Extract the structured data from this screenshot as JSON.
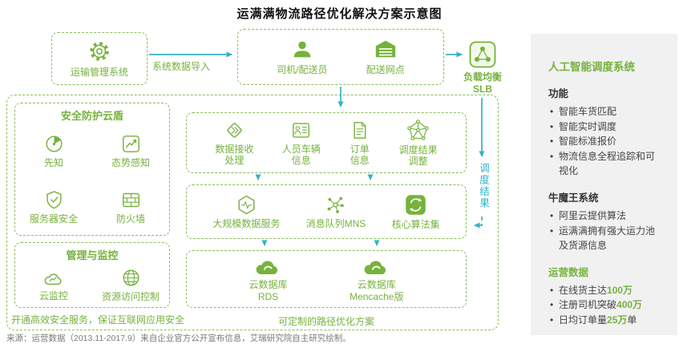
{
  "title": "运满满物流路径优化解决方案示意图",
  "source": "来源：运营数据（2013.11-2017.9）来自企业官方公开宣布信息，艾瑞研究院自主研究绘制。",
  "colors": {
    "green": "#76b23c",
    "cyan": "#33b3c6",
    "panel_bg": "#f1f1f2"
  },
  "top": {
    "tms_label": "运输管理系统",
    "driver_label": "司机/配送员",
    "depot_label": "配送网点",
    "slb_label": "负载均衡\nSLB"
  },
  "flows": {
    "import_label": "系统数据导入",
    "result_label": "调度结果"
  },
  "security": {
    "title": "安全防护云盾",
    "items": [
      {
        "label": "先知",
        "icon": "radar-icon"
      },
      {
        "label": "态势感知",
        "icon": "trend-chart-icon"
      },
      {
        "label": "服务器安全",
        "icon": "shield-check-icon"
      },
      {
        "label": "防火墙",
        "icon": "firewall-icon"
      }
    ],
    "caption": "开通高效安全服务，保证互联网应用安全"
  },
  "management": {
    "title": "管理与监控",
    "items": [
      {
        "label": "云监控",
        "icon": "cloud-monitor-icon"
      },
      {
        "label": "资源访问控制",
        "icon": "globe-icon"
      }
    ]
  },
  "pipeline": {
    "row1": [
      {
        "label": "数据接收\n处理",
        "icon": "prism-icon"
      },
      {
        "label": "人员车辆\n信息",
        "icon": "person-card-icon"
      },
      {
        "label": "订单\n信息",
        "icon": "document-icon"
      },
      {
        "label": "调度结果\n调整",
        "icon": "network-icon"
      }
    ],
    "row2": [
      {
        "label": "大规模数据服务",
        "icon": "hexagon-pulse-icon"
      },
      {
        "label": "消息队列MNS",
        "icon": "nodes-icon"
      },
      {
        "label": "核心算法集",
        "icon": "sync-square-icon"
      }
    ],
    "row3": [
      {
        "label": "云数据库\nRDS",
        "icon": "cloud-db-icon"
      },
      {
        "label": "云数据库\nMencache版",
        "icon": "cloud-db-icon"
      }
    ],
    "caption": "可定制的路径优化方案"
  },
  "panel": {
    "title": "人工智能调度系统",
    "sections": [
      {
        "heading": "功能",
        "items": [
          {
            "text": "智能车货匹配"
          },
          {
            "text": "智能实时调度"
          },
          {
            "text": "智能标准报价"
          },
          {
            "text": "物流信息全程追踪和可视化"
          }
        ]
      },
      {
        "heading": "牛魔王系统",
        "items": [
          {
            "text": "阿里云提供算法"
          },
          {
            "text": "运满满拥有强大运力池及货源信息"
          }
        ]
      },
      {
        "heading": "运营数据",
        "items": [
          {
            "text": "在线货主达",
            "highlight": "100万",
            "suffix": ""
          },
          {
            "text": "注册司机突破",
            "highlight": "400万",
            "suffix": ""
          },
          {
            "text": "日均订单量",
            "highlight": "25万",
            "suffix": "单"
          }
        ]
      }
    ]
  }
}
